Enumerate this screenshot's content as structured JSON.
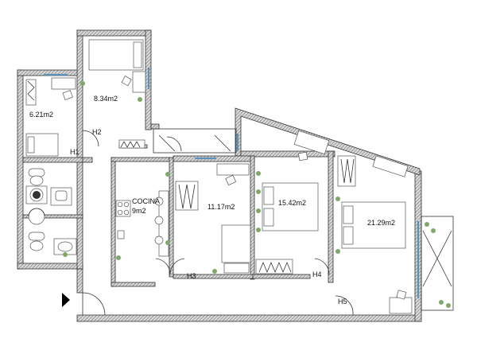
{
  "rooms": [
    {
      "id": "room-a",
      "area": "6.21m2"
    },
    {
      "id": "room-b",
      "area": "8.34m2"
    },
    {
      "id": "kitchen",
      "name": "COCINA",
      "area": "9m2"
    },
    {
      "id": "room-c",
      "area": "11.17m2"
    },
    {
      "id": "room-d",
      "area": "15.42m2"
    },
    {
      "id": "room-e",
      "area": "21.29m2"
    }
  ],
  "doors": [
    "H1",
    "H2",
    "H3",
    "H4",
    "H5"
  ],
  "colors": {
    "wall": "#7a7a7a",
    "glass": "#5b93b8",
    "plant": "#7fa86a"
  },
  "icons": [
    "entrance-arrow-icon",
    "plant-icon",
    "bed-icon",
    "desk-icon",
    "wardrobe-icon",
    "toilet-icon",
    "sink-icon",
    "shower-icon",
    "stove-icon",
    "spiral-stair-icon"
  ]
}
